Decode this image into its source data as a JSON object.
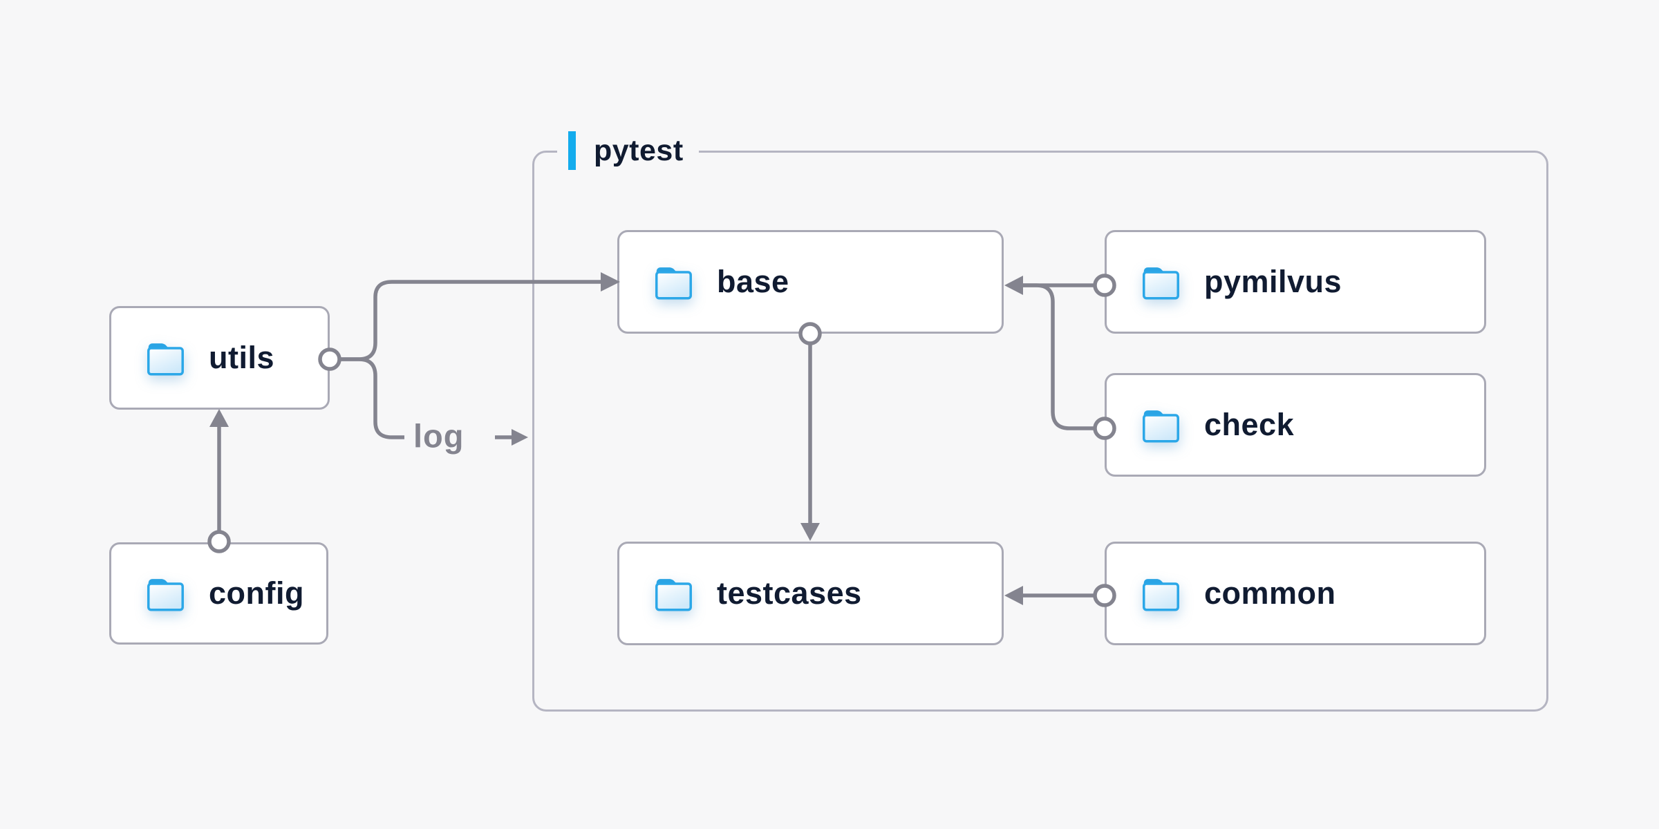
{
  "page": {
    "background_color": "#f7f7f8"
  },
  "group": {
    "label": "pytest",
    "accent_color": "#14aced",
    "border_color": "#b5b5c2"
  },
  "nodes": {
    "utils": {
      "label": "utils",
      "icon": "folder-icon"
    },
    "config": {
      "label": "config",
      "icon": "folder-icon"
    },
    "base": {
      "label": "base",
      "icon": "folder-icon"
    },
    "testcases": {
      "label": "testcases",
      "icon": "folder-icon"
    },
    "pymilvus": {
      "label": "pymilvus",
      "icon": "folder-icon"
    },
    "check": {
      "label": "check",
      "icon": "folder-icon"
    },
    "common": {
      "label": "common",
      "icon": "folder-icon"
    }
  },
  "edges": {
    "config_to_utils": {
      "from": "config",
      "to": "utils"
    },
    "utils_to_base": {
      "from": "utils",
      "to": "base"
    },
    "utils_to_log": {
      "from": "utils",
      "to": "pytest-group",
      "label": "log"
    },
    "pymilvus_to_base": {
      "from": "pymilvus",
      "to": "base"
    },
    "check_to_base": {
      "from": "check",
      "to": "base"
    },
    "base_to_testcases": {
      "from": "base",
      "to": "testcases"
    },
    "common_to_testcases": {
      "from": "common",
      "to": "testcases"
    }
  },
  "colors": {
    "node_background": "#ffffff",
    "node_border": "#a9a9b5",
    "node_text": "#101b31",
    "connector_gray": "#84848f",
    "edge_label_gray": "#84848f",
    "folder_blue": "#2aa7e8",
    "folder_fill_light": "#d2eafa"
  }
}
